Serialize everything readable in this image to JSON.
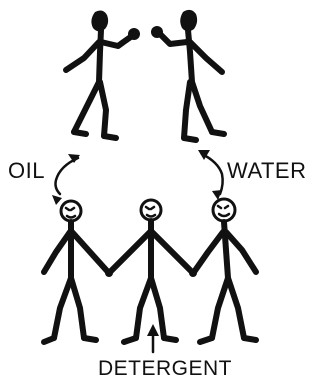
{
  "labels": {
    "oil": "OIL",
    "water": "WATER",
    "detergent": "DETERGENT"
  },
  "figures": {
    "oil": "oil-figure",
    "water": "water-figure",
    "detergent_group": [
      "detergent-figure-left",
      "detergent-figure-middle",
      "detergent-figure-right"
    ]
  },
  "colors": {
    "ink": "#111111",
    "background": "#ffffff"
  }
}
